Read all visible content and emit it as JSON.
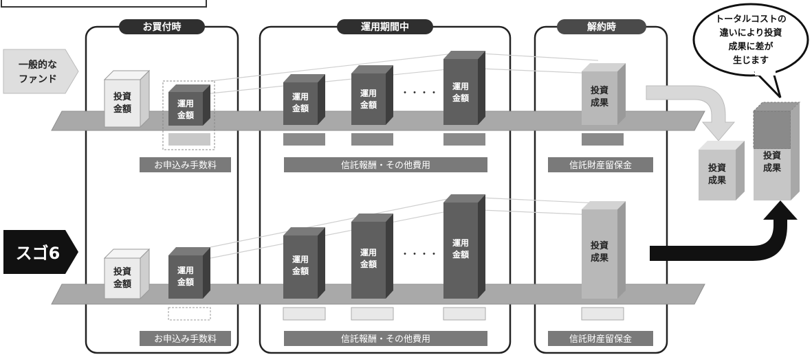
{
  "phases": {
    "purchase": "お買付時",
    "operation": "運用期間中",
    "redemption": "解約時"
  },
  "rows": {
    "general": {
      "label_line1": "一般的な",
      "label_line2": "ファンド"
    },
    "sugo6": {
      "label": "スゴ6"
    }
  },
  "boxes": {
    "invest_line1": "投資",
    "invest_line2": "金額",
    "op_line1": "運用",
    "op_line2": "金額",
    "ellipsis": "・・・・",
    "result_line1": "投資",
    "result_line2": "成果"
  },
  "fees": {
    "purchase": "お申込み手数料",
    "operation": "信託報酬・その他費用",
    "redemption": "信託財産留保金"
  },
  "callout": {
    "line1": "トータルコストの",
    "line2": "違いにより投資",
    "line3": "成果に差が",
    "line4": "生じます"
  },
  "colors": {
    "dark_box": "#5f5f5f",
    "light_box": "#e8e8e8",
    "result_box": "#b8b8b8",
    "platform": "#a9a9a9",
    "fee_label": "#7a7a7a",
    "phase_header": "#2f2f2f"
  }
}
